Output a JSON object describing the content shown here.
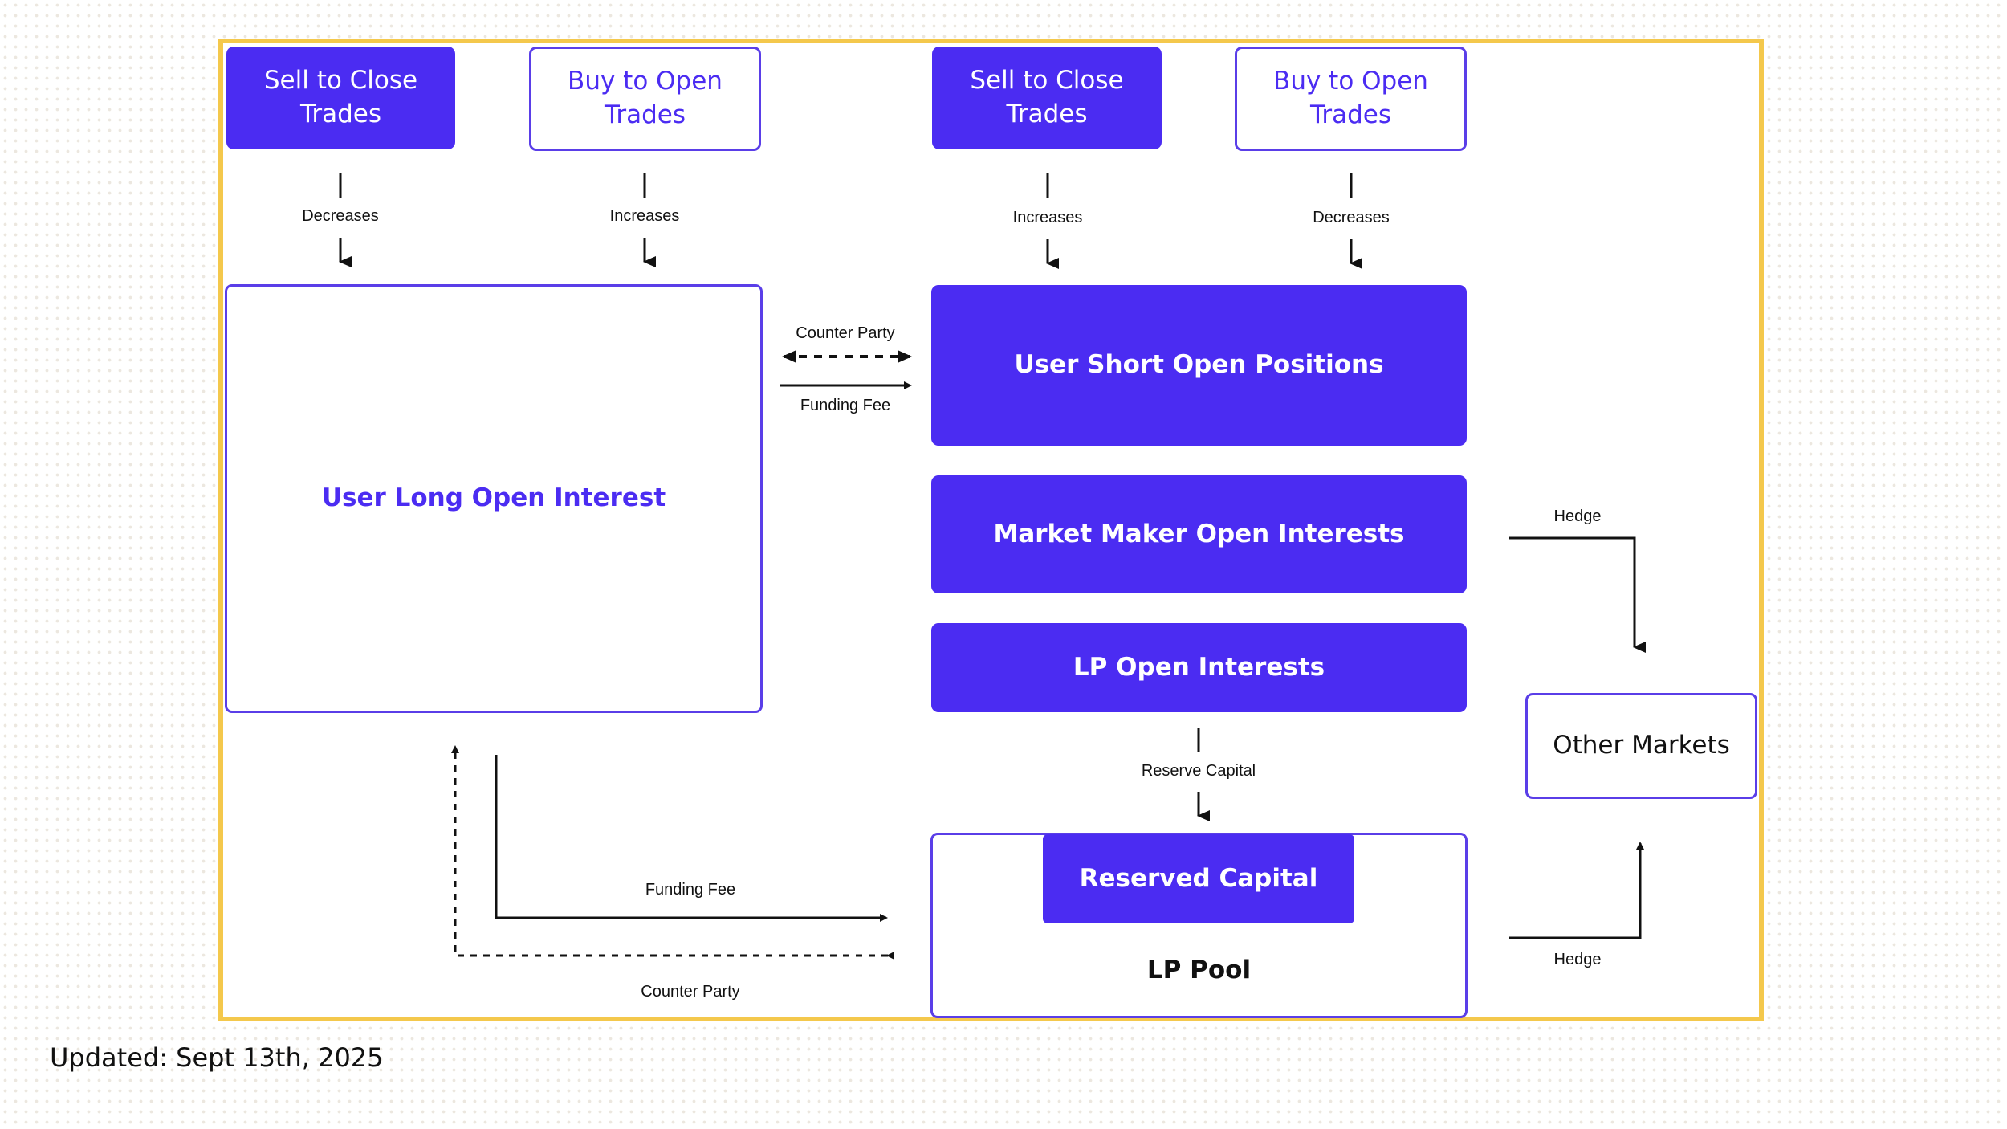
{
  "top_boxes": {
    "left_sell": "Sell to Close\nTrades",
    "left_buy": "Buy to Open\nTrades",
    "right_sell": "Sell to Close\nTrades",
    "right_buy": "Buy to Open\nTrades"
  },
  "flow_labels": {
    "left_sell": "Decreases",
    "left_buy": "Increases",
    "right_sell": "Increases",
    "right_buy": "Decreases"
  },
  "main_boxes": {
    "user_long": "User Long Open Interest",
    "user_short": "User Short Open Positions",
    "market_maker": "Market Maker Open Interests",
    "lp_open": "LP Open Interests",
    "reserved_capital": "Reserved Capital",
    "lp_pool": "LP Pool",
    "other_markets": "Other Markets"
  },
  "connectors": {
    "counter_party_top": "Counter Party",
    "funding_fee_top": "Funding Fee",
    "reserve_capital": "Reserve Capital",
    "funding_fee_bottom": "Funding Fee",
    "counter_party_bottom": "Counter Party",
    "hedge_top": "Hedge",
    "hedge_bottom": "Hedge"
  },
  "footer": "Updated: Sept 13th, 2025",
  "colors": {
    "accent": "#4b2cf2",
    "frame": "#f4c84c",
    "text": "#111111"
  }
}
